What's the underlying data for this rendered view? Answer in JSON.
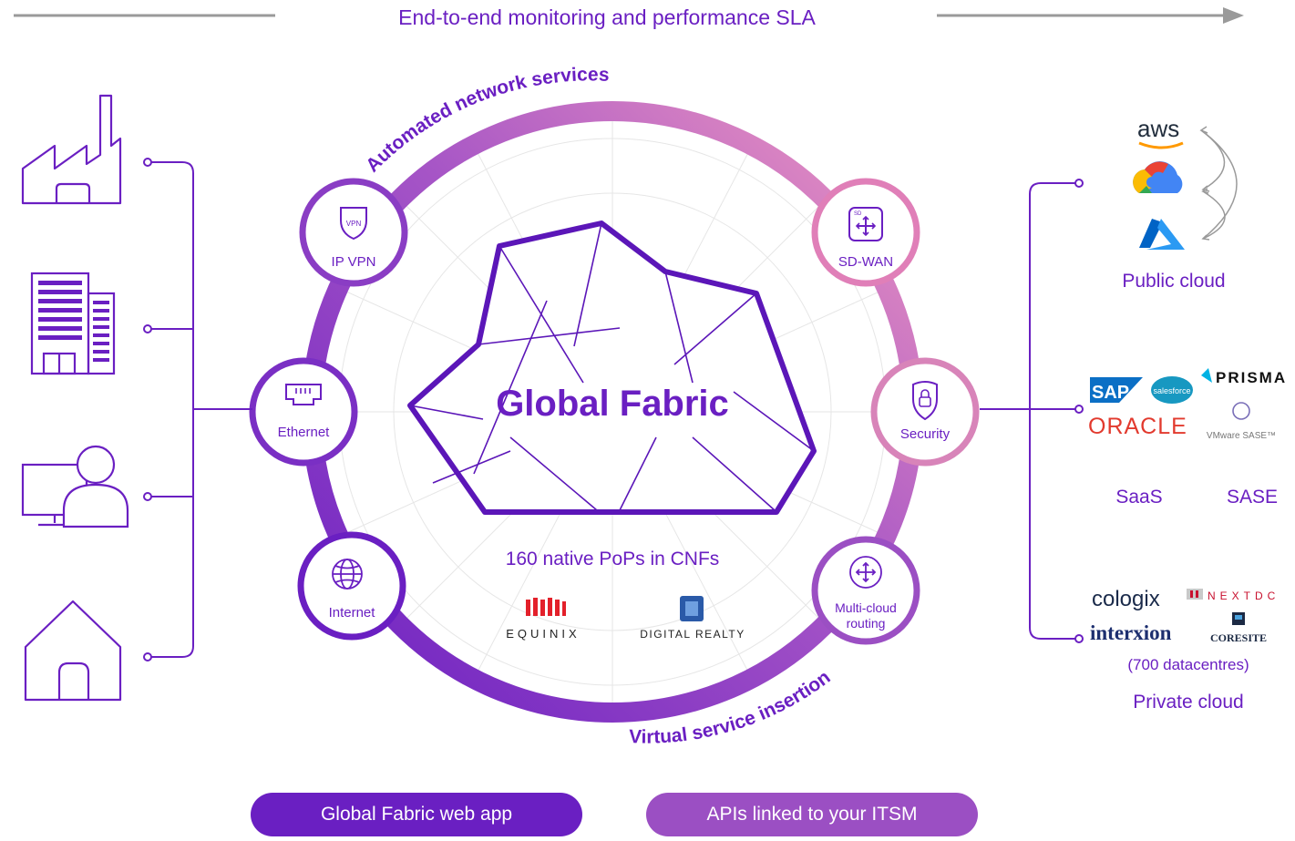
{
  "header": {
    "banner_text": "End-to-end monitoring and performance SLA"
  },
  "ring": {
    "top_label": "Automated network services",
    "bottom_label": "Virtual service insertion"
  },
  "center": {
    "title": "Global Fabric",
    "pops_text": "160 native PoPs in CNFs",
    "partners": [
      "EQUINIX",
      "DIGITAL REALTY"
    ]
  },
  "services": [
    {
      "label": "IP VPN",
      "icon": "vpn-shield-icon"
    },
    {
      "label": "SD-WAN",
      "icon": "sdwan-router-icon"
    },
    {
      "label": "Ethernet",
      "icon": "ethernet-port-icon"
    },
    {
      "label": "Security",
      "icon": "security-shield-lock-icon"
    },
    {
      "label": "Internet",
      "icon": "globe-icon"
    },
    {
      "label": "Multi-cloud routing",
      "label_lines": [
        "Multi-cloud",
        "routing"
      ],
      "icon": "router-arrows-icon"
    }
  ],
  "sites": [
    {
      "icon": "factory-icon"
    },
    {
      "icon": "office-building-icon"
    },
    {
      "icon": "remote-worker-icon"
    },
    {
      "icon": "home-icon"
    }
  ],
  "destinations": {
    "public_cloud": {
      "label": "Public cloud",
      "logos": [
        "aws",
        "google-cloud-icon",
        "azure-icon"
      ]
    },
    "saas": {
      "label": "SaaS",
      "logos": [
        "SAP",
        "salesforce",
        "ORACLE"
      ]
    },
    "sase": {
      "label": "SASE",
      "logos": [
        "PRISMA",
        "VMware SASE™"
      ]
    },
    "private_cloud": {
      "label": "Private cloud",
      "note": "(700 datacentres)",
      "logos": [
        "cologix",
        "NEXTDC",
        "interxion",
        "CORESITE"
      ]
    }
  },
  "footer": {
    "web_app_button": "Global Fabric web app",
    "api_button": "APIs linked to your ITSM"
  },
  "colors": {
    "purple": "#6a1fc2",
    "deep_purple": "#5b16b8",
    "pink": "#e07fb8",
    "mauve": "#9b4fc3",
    "grey": "#9a9a9a"
  }
}
